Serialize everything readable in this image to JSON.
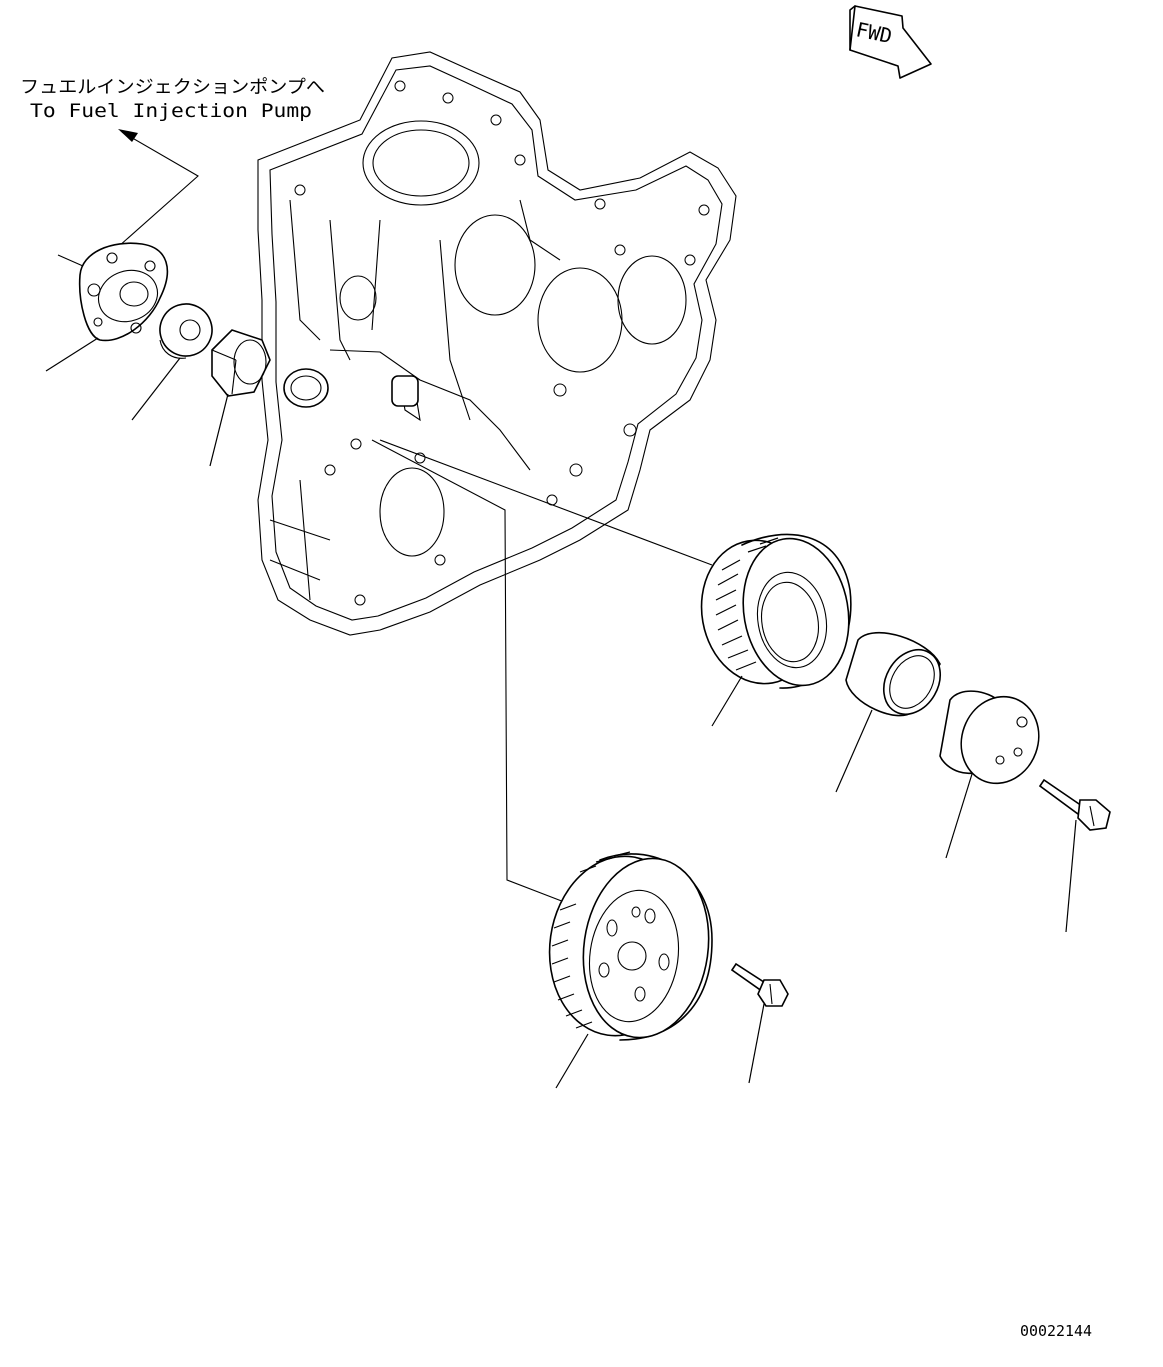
{
  "callout": {
    "line_jp": "フュエルインジェクションポンプへ",
    "line_en": "To Fuel Injection Pump"
  },
  "direction_badge": "FWD",
  "figure_id": "00022144",
  "parts": [
    {
      "name": "pump-drive-flange",
      "icon": "flange-icon"
    },
    {
      "name": "washer",
      "icon": "washer-icon"
    },
    {
      "name": "nut",
      "icon": "nut-icon"
    },
    {
      "name": "idler-gear",
      "icon": "gear-icon"
    },
    {
      "name": "bushing",
      "icon": "bushing-icon"
    },
    {
      "name": "idler-shaft",
      "icon": "shaft-icon"
    },
    {
      "name": "shaft-bolt",
      "icon": "bolt-icon"
    },
    {
      "name": "crank-gear",
      "icon": "gear-icon"
    },
    {
      "name": "gear-bolt",
      "icon": "bolt-icon"
    }
  ]
}
